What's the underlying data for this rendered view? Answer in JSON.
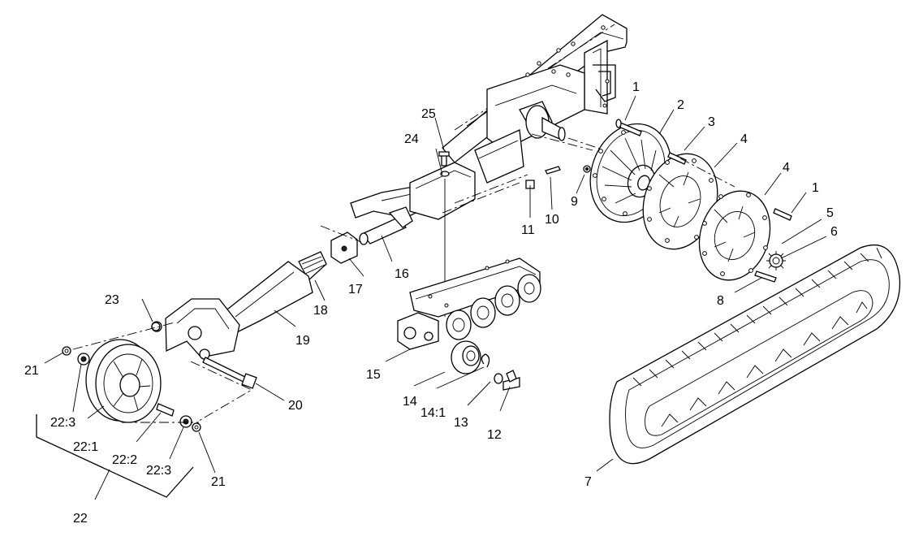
{
  "callouts": {
    "c1a": "1",
    "c1b": "1",
    "c2": "2",
    "c3": "3",
    "c4a": "4",
    "c4b": "4",
    "c5": "5",
    "c6": "6",
    "c7": "7",
    "c8": "8",
    "c9": "9",
    "c10": "10",
    "c11": "11",
    "c12": "12",
    "c13": "13",
    "c14": "14",
    "c14_1": "14:1",
    "c15": "15",
    "c16": "16",
    "c17": "17",
    "c18": "18",
    "c19": "19",
    "c20": "20",
    "c21a": "21",
    "c21b": "21",
    "c22": "22",
    "c22_1": "22:1",
    "c22_2": "22:2",
    "c22_3a": "22:3",
    "c22_3b": "22:3",
    "c23": "23",
    "c24": "24",
    "c25": "25"
  }
}
